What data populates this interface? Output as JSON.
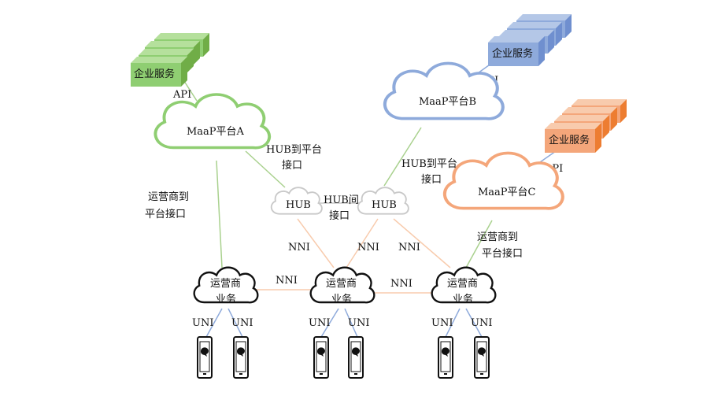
{
  "labels": {
    "enterprise_service": "企业服务",
    "api": "API",
    "platform_a": "MaaP平台A",
    "platform_b": "MaaP平台B",
    "platform_c": "MaaP平台C",
    "hub": "HUB",
    "hub_to_platform": [
      "HUB到平台",
      "接口"
    ],
    "hub_interface": [
      "HUB间",
      "接口"
    ],
    "carrier_to_platform": [
      "运营商到",
      "平台接口"
    ],
    "nni": "NNI",
    "carrier_service": [
      "运营商",
      "业务"
    ],
    "uni": "UNI"
  },
  "colors": {
    "green": "#8fce72",
    "green_dark": "#70ad47",
    "blue": "#8eaadb",
    "blue_dark": "#6f8fcf",
    "orange": "#f4a67a",
    "orange_dark": "#ed7d31",
    "gray": "#bfbfbf",
    "black": "#111111",
    "link_green": "#a9d18e",
    "link_orange": "#f8cbad",
    "link_blue": "#8eaadb"
  },
  "icons": {
    "phone": "smartphone-chat-icon",
    "cloud": "cloud-icon",
    "server_stack": "server-stack-icon"
  }
}
